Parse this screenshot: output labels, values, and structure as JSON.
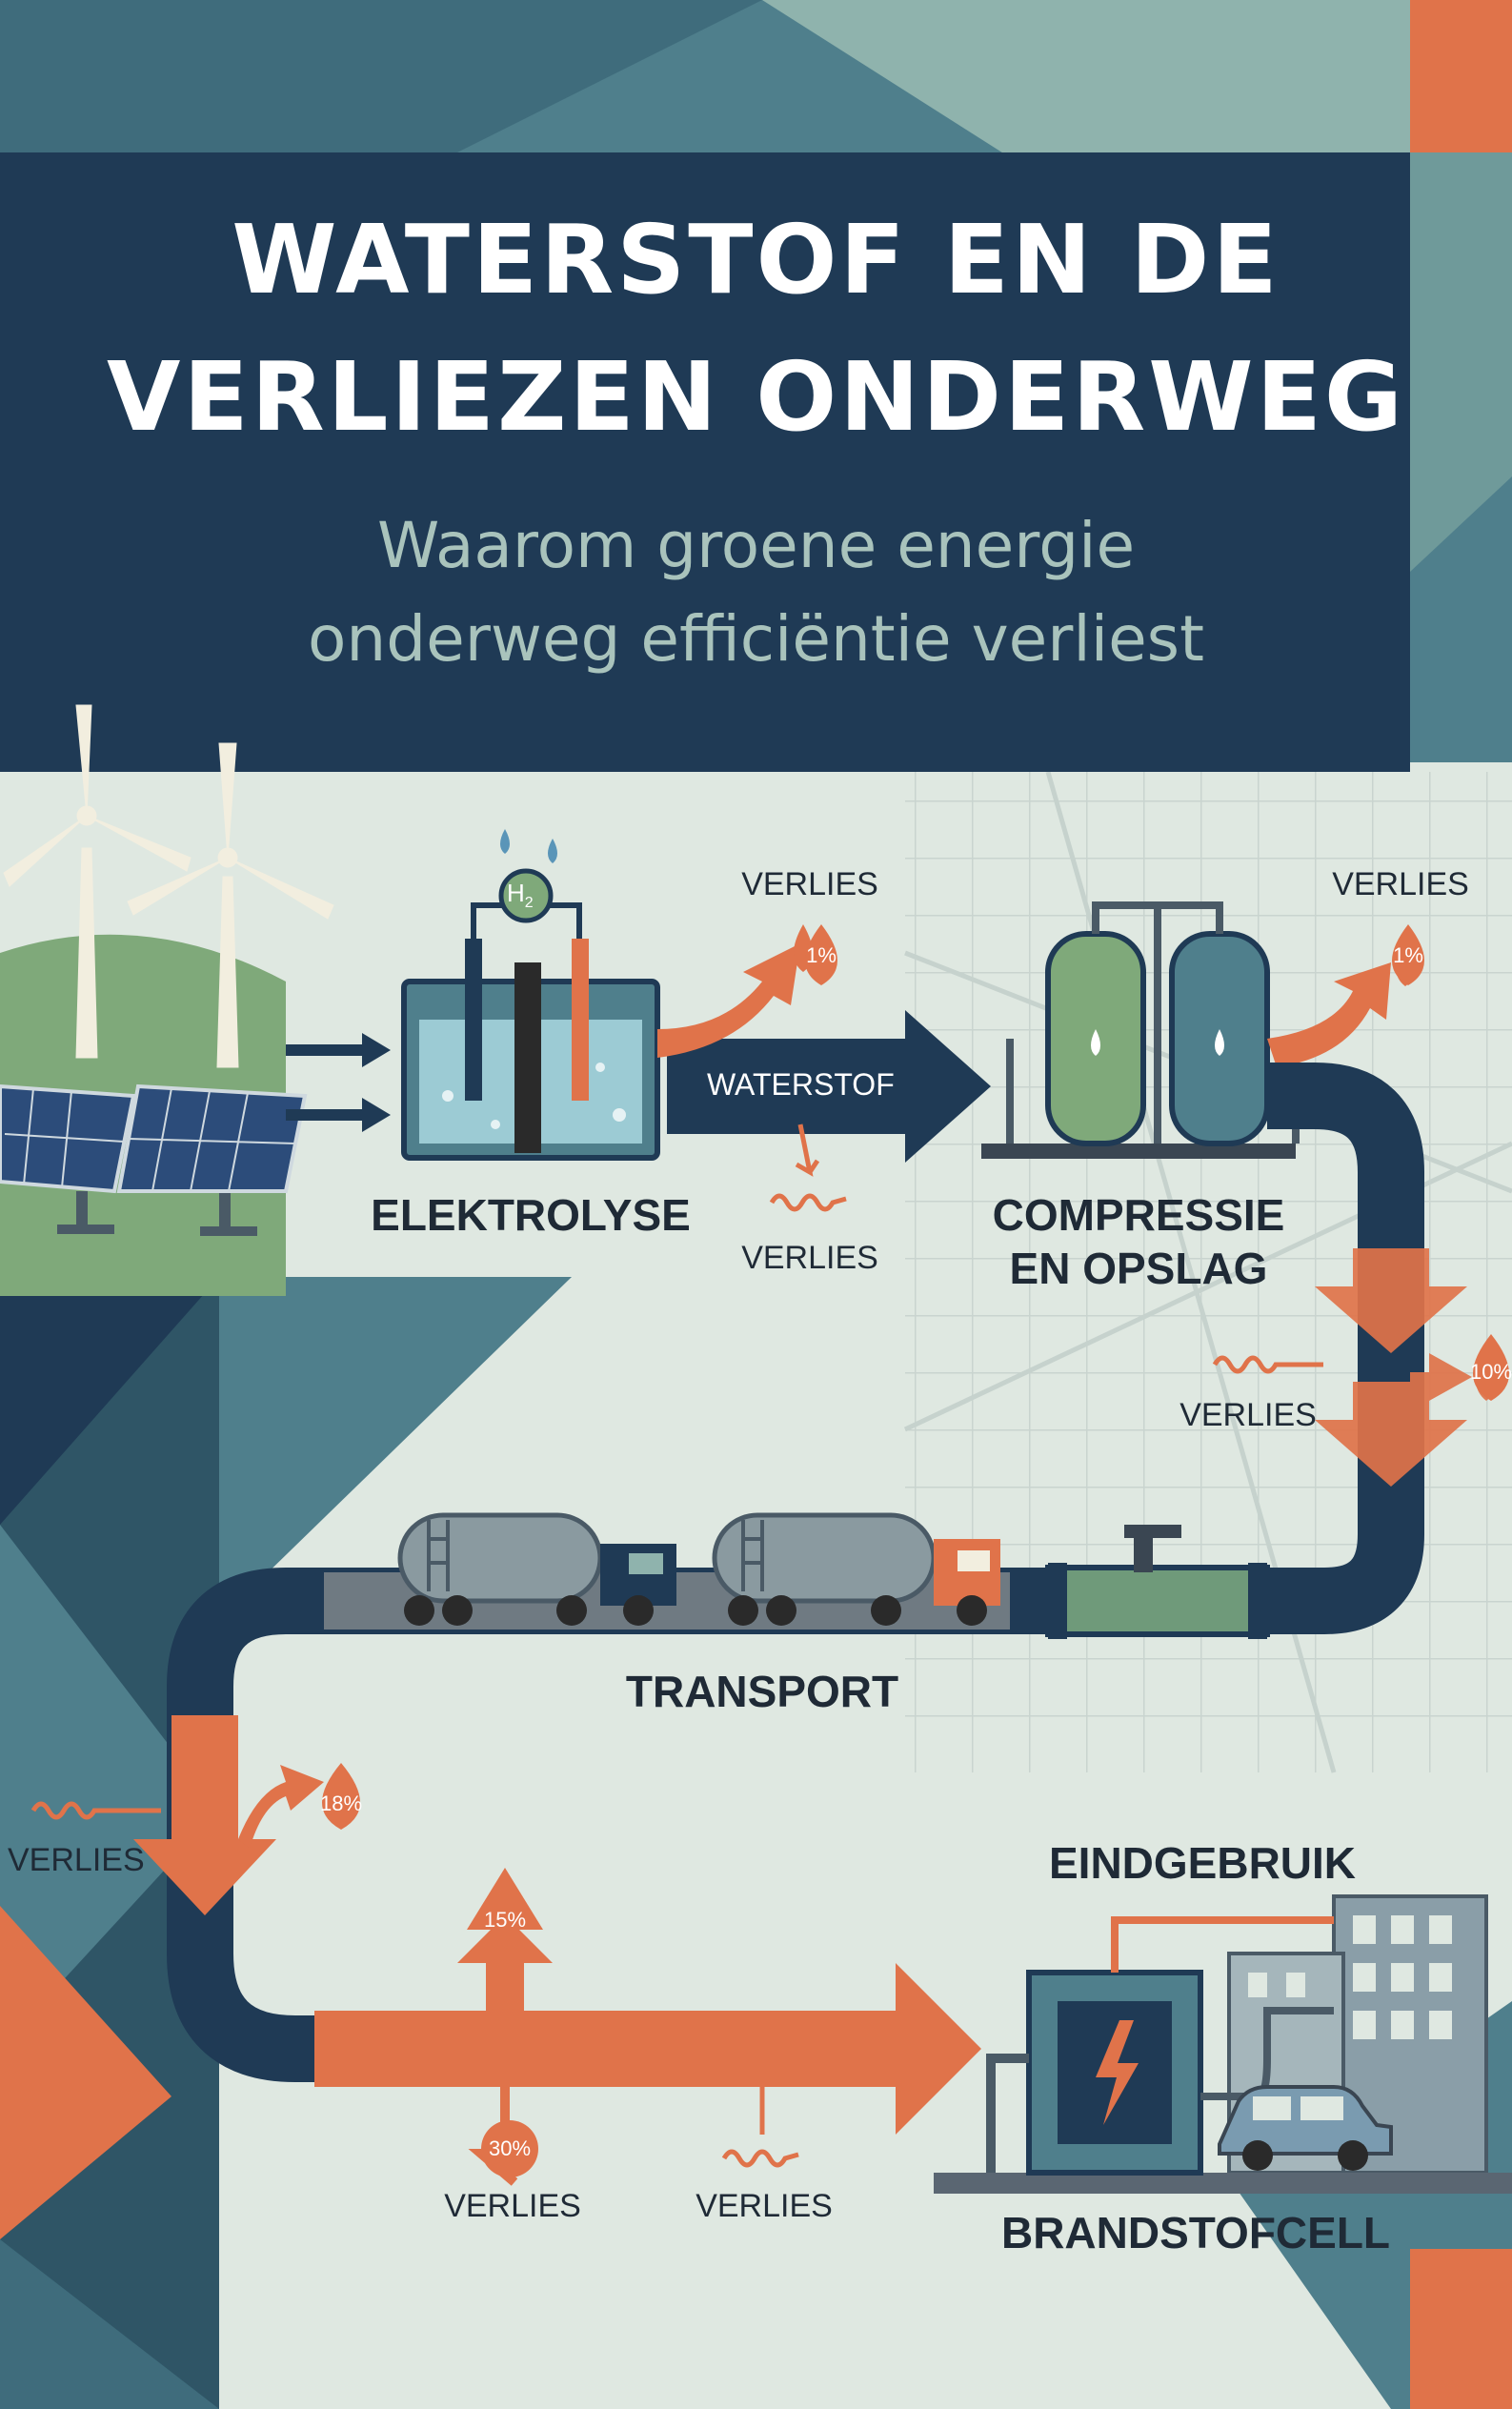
{
  "title": {
    "line1": "WATERSTOF EN DE",
    "line2": "VERLIEZEN ONDERWEG"
  },
  "subtitle": {
    "line1": "Waarom groene energie",
    "line2": "onderweg efficiëntie verliest"
  },
  "stages": {
    "electrolysis": "ELEKTROLYSE",
    "compression_line1": "COMPRESSIE",
    "compression_line2": "EN OPSLAG",
    "transport": "TRANSPORT",
    "end_use": "EINDGEBRUIK",
    "fuel_cell": "BRANDSTOFCELL"
  },
  "flow_label": "WATERSTOF",
  "h2_symbol": "H",
  "h2_subscript": "2",
  "loss_label": "VERLIES",
  "percentages": {
    "electrolysis": "1%",
    "compression": "1%",
    "pipeline": "10%",
    "transport": "18%",
    "transport_drop": "15%",
    "transport_heat": "30%"
  },
  "colors": {
    "navy": "#1f3a55",
    "loss_orange": "#e0734a",
    "teal": "#4f7f8c",
    "green": "#7fa97a",
    "light_bg": "#dfe8e1"
  }
}
